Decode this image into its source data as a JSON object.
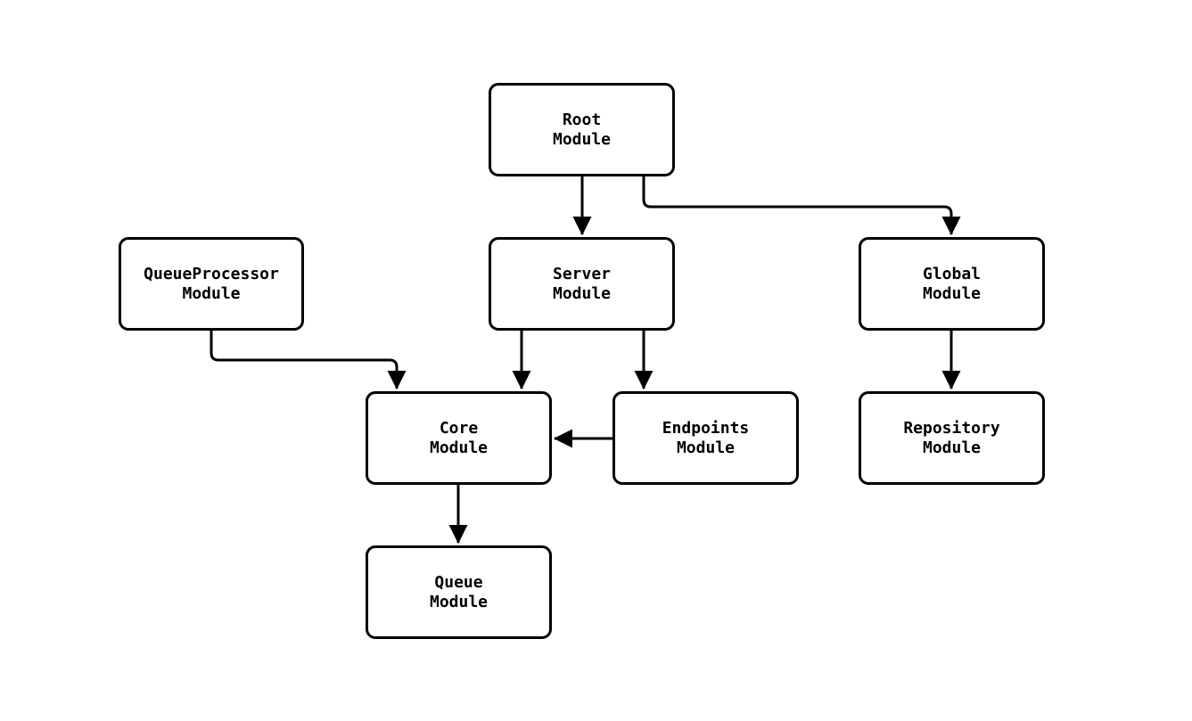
{
  "diagram": {
    "background_color": "#ffffff",
    "stroke_color": "#000000",
    "box_fill_color": "#ffffff",
    "nodes": [
      {
        "id": "root",
        "label": "Root\nModule"
      },
      {
        "id": "queueprocessor",
        "label": "QueueProcessor\nModule"
      },
      {
        "id": "server",
        "label": "Server\nModule"
      },
      {
        "id": "global",
        "label": "Global\nModule"
      },
      {
        "id": "core",
        "label": "Core\nModule"
      },
      {
        "id": "endpoints",
        "label": "Endpoints\nModule"
      },
      {
        "id": "repository",
        "label": "Repository\nModule"
      },
      {
        "id": "queue",
        "label": "Queue\nModule"
      }
    ],
    "edges": [
      {
        "from": "Root Module",
        "to": "Server Module"
      },
      {
        "from": "Root Module",
        "to": "Global Module"
      },
      {
        "from": "QueueProcessor Module",
        "to": "Core Module"
      },
      {
        "from": "Server Module",
        "to": "Core Module"
      },
      {
        "from": "Server Module",
        "to": "Endpoints Module"
      },
      {
        "from": "Endpoints Module",
        "to": "Core Module"
      },
      {
        "from": "Global Module",
        "to": "Repository Module"
      },
      {
        "from": "Core Module",
        "to": "Queue Module"
      }
    ]
  }
}
